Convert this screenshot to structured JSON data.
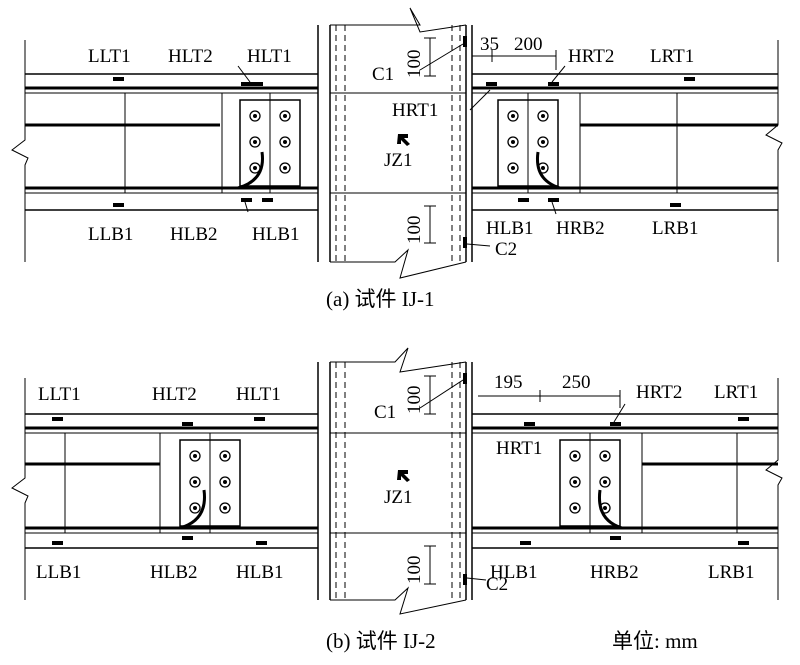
{
  "panels": [
    {
      "id": "a",
      "caption": "(a) 试件 IJ-1",
      "gauges": {
        "top_labels": [
          "LLT1",
          "HLT2",
          "HLT1",
          "HRT2",
          "LRT1"
        ],
        "bottom_labels": [
          "LLB1",
          "HLB2",
          "HLB1",
          "HLB1",
          "HRB2",
          "LRB1"
        ],
        "hrt1": "HRT1",
        "column_top": "C1",
        "column_bottom": "C2",
        "joint": "JZ1"
      },
      "dims": {
        "col_top": "100",
        "col_bottom": "100",
        "right_a": "35",
        "right_b": "200"
      }
    },
    {
      "id": "b",
      "caption": "(b) 试件 IJ-2",
      "gauges": {
        "top_labels": [
          "LLT1",
          "HLT2",
          "HLT1",
          "HRT2",
          "LRT1"
        ],
        "bottom_labels": [
          "LLB1",
          "HLB2",
          "HLB1",
          "HLB1",
          "HRB2",
          "LRB1"
        ],
        "hrt1": "HRT1",
        "column_top": "C1",
        "column_bottom": "C2",
        "joint": "JZ1"
      },
      "dims": {
        "col_top": "100",
        "col_bottom": "100",
        "right_a": "195",
        "right_b": "250"
      }
    }
  ],
  "unit_note": "单位: mm"
}
